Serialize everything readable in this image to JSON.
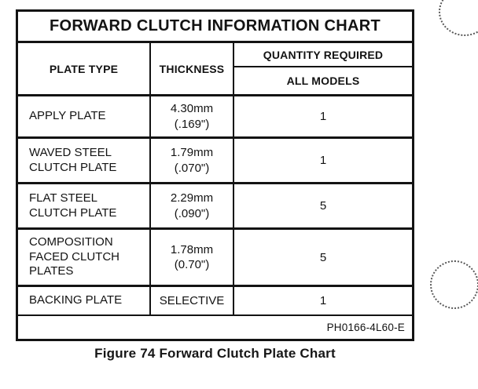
{
  "colors": {
    "ink": "#131313",
    "paper": "#ffffff"
  },
  "table": {
    "title": "FORWARD CLUTCH INFORMATION CHART",
    "headers": {
      "plate_type": "PLATE TYPE",
      "thickness": "THICKNESS",
      "quantity_group": "QUANTITY REQUIRED",
      "quantity_scope": "ALL MODELS"
    },
    "rows": [
      {
        "plate_type": "APPLY PLATE",
        "thickness": "4.30mm\n(.169\")",
        "quantity": "1"
      },
      {
        "plate_type": "WAVED STEEL\nCLUTCH PLATE",
        "thickness": "1.79mm\n(.070\")",
        "quantity": "1"
      },
      {
        "plate_type": "FLAT STEEL\nCLUTCH PLATE",
        "thickness": "2.29mm\n(.090\")",
        "quantity": "5"
      },
      {
        "plate_type": "COMPOSITION\nFACED CLUTCH\nPLATES",
        "thickness": "1.78mm\n(0.70\")",
        "quantity": "5"
      },
      {
        "plate_type": "BACKING PLATE",
        "thickness": "SELECTIVE",
        "quantity": "1"
      }
    ],
    "part_code": "PH0166-4L60-E"
  },
  "caption": "Figure 74 Forward Clutch Plate Chart"
}
